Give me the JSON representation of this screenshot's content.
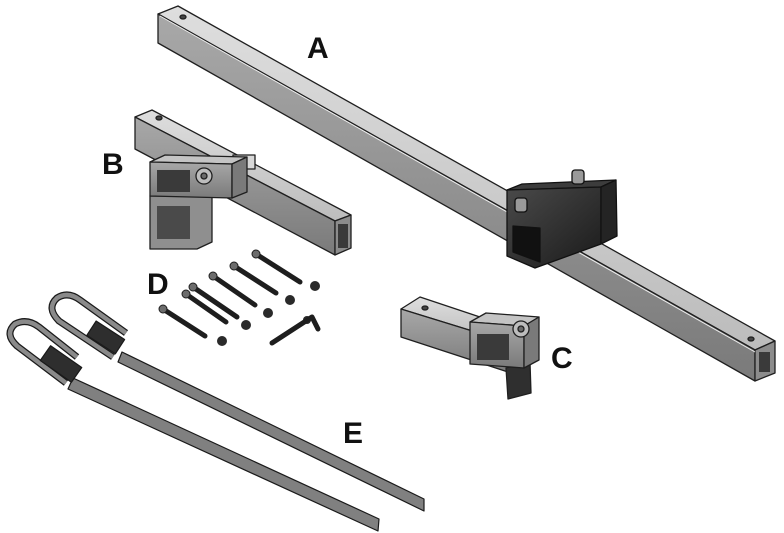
{
  "labels": {
    "a": "A",
    "b": "B",
    "c": "C",
    "d": "D",
    "e": "E"
  },
  "colors": {
    "tube_top": "#cfcfcf",
    "tube_side": "#9a9a9a",
    "tube_dark": "#6e6e6e",
    "outline": "#1f1f1f",
    "black_part": "#2b2b2b",
    "strap": "#7d7d7d"
  },
  "parts": {
    "bolt_count": 6,
    "nut_count": 6,
    "strap_count": 2
  }
}
